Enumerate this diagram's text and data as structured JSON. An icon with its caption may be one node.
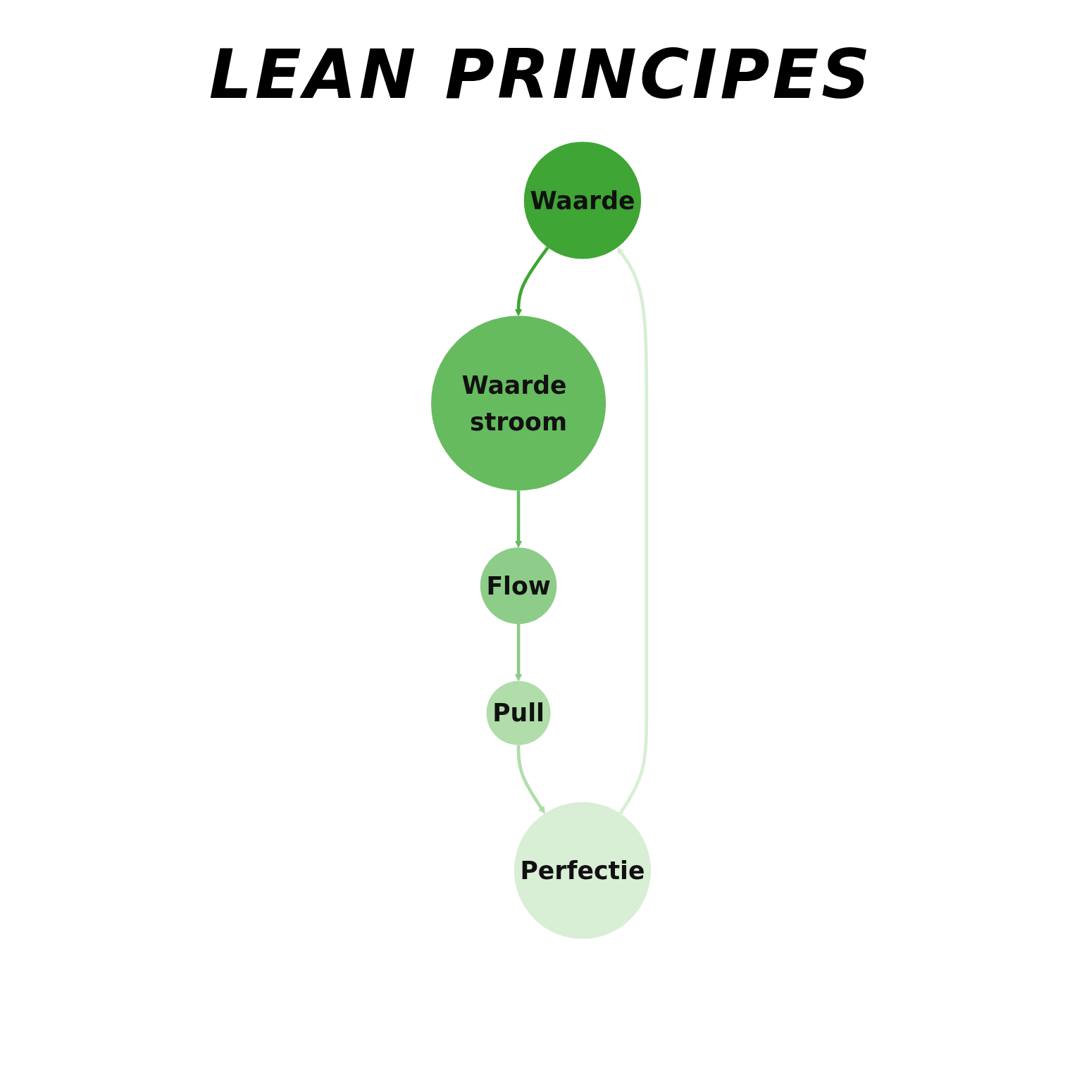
{
  "diagram": {
    "title": "LEAN PRINCIPES",
    "nodes": [
      {
        "text": [
          "Waarde"
        ]
      },
      {
        "text": [
          "Waarde stroom"
        ]
      },
      {
        "text": [
          "Flow"
        ]
      },
      {
        "text": [
          "Pull"
        ]
      },
      {
        "text": [
          "Perfectie"
        ]
      }
    ],
    "edges": [
      {
        "from": 0,
        "to": 1,
        "arrow": "to",
        "color": "#3fa535"
      },
      {
        "from": 1,
        "to": 2,
        "arrow": "to",
        "color": "#66bb5f"
      },
      {
        "from": 2,
        "to": 3,
        "arrow": "to",
        "color": "#8ecc89"
      },
      {
        "from": 3,
        "to": 4,
        "arrow": "to",
        "color": "#b0ddaa"
      },
      {
        "from": 4,
        "to": 0,
        "arrow": "to",
        "color": "#d8eed5"
      }
    ]
  }
}
